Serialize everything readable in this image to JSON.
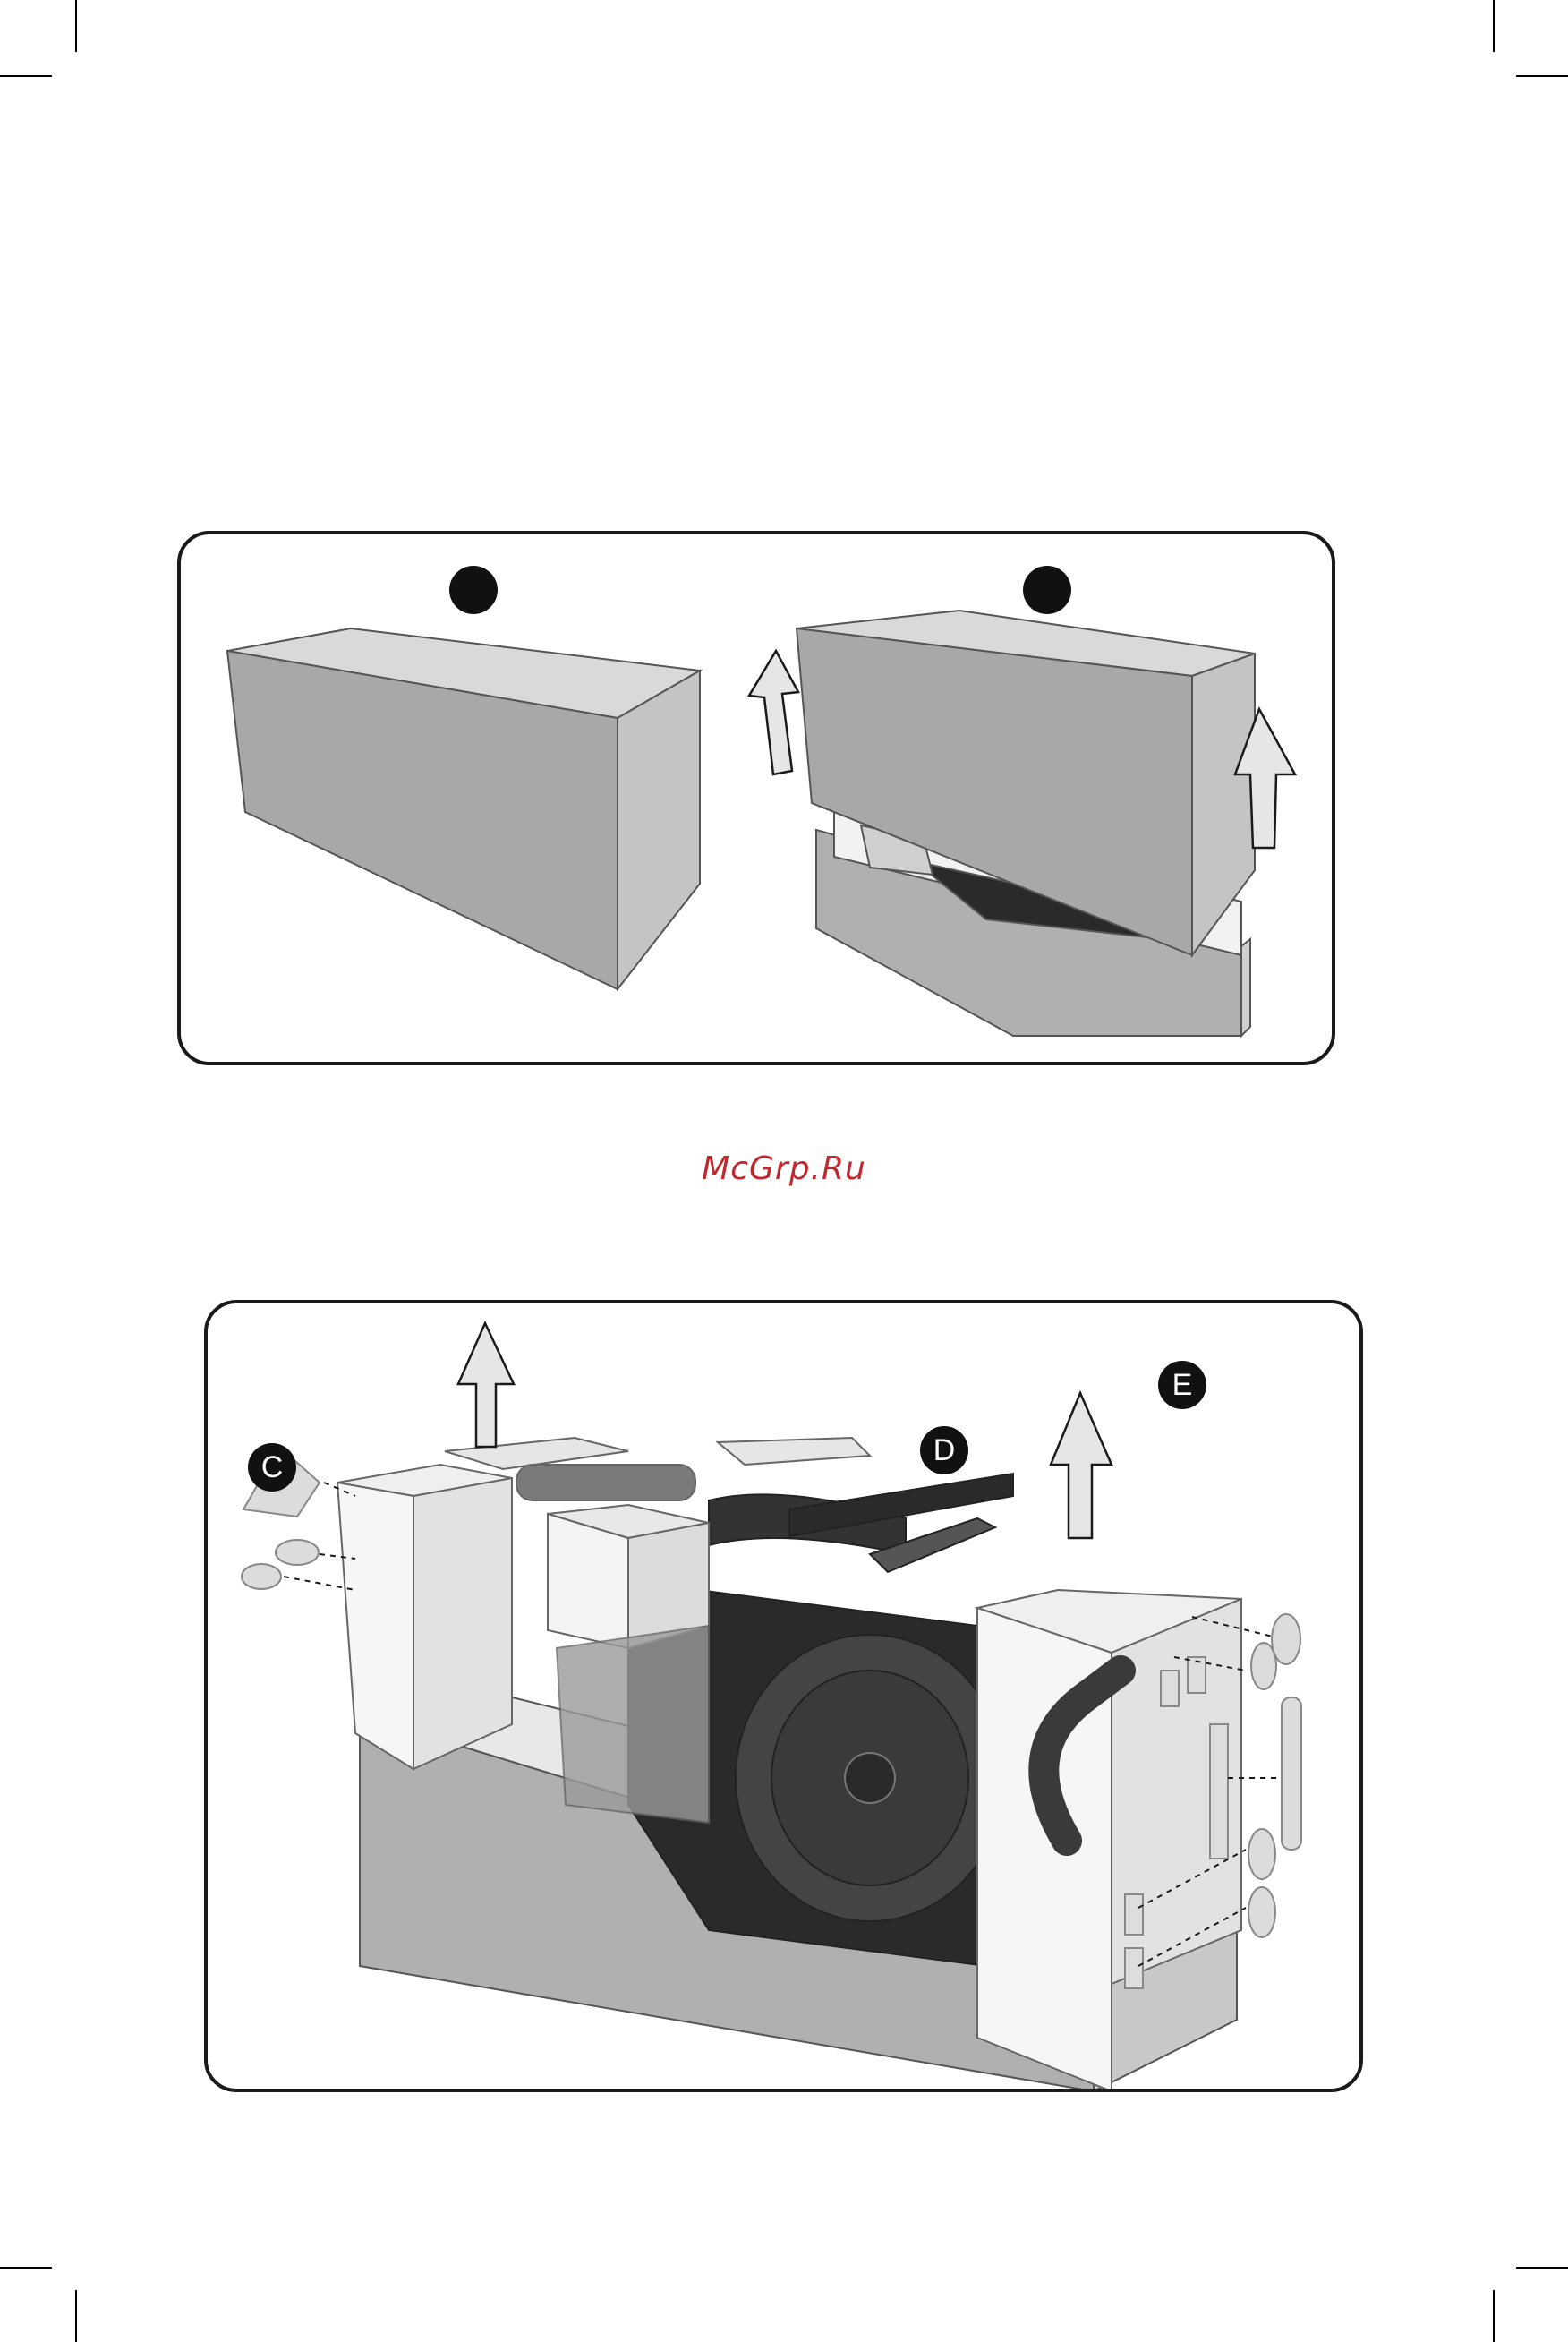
{
  "watermark": {
    "text": "McGrp.Ru",
    "color": "#c0282d"
  },
  "top_panel": {
    "steps": [
      {
        "label": ""
      },
      {
        "label": ""
      }
    ]
  },
  "bottom_panel": {
    "callouts": [
      {
        "label": "C"
      },
      {
        "label": "D"
      },
      {
        "label": "E"
      }
    ]
  },
  "colors": {
    "box_front": "#a8a8a8",
    "box_top": "#d9d9d9",
    "box_side": "#c4c4c4",
    "arrow_fill": "#e6e6e6",
    "machine_dark": "#2a2a2a",
    "outline": "#1a1a1a"
  }
}
